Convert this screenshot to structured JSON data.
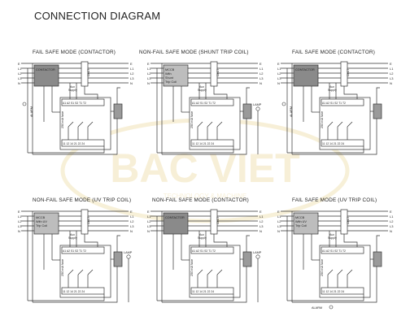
{
  "page": {
    "title": "CONNECTION DIAGRAM"
  },
  "watermark": {
    "brand": "BAC VIET",
    "tagline": "TECHNOLOGY & MACHINE"
  },
  "colors": {
    "line": "#333333",
    "box_fill": "#ffffff",
    "contactor_fill": "#8a8a8a",
    "relay_fill": "#9a9a9a",
    "watermark": "#f1e3b8"
  },
  "panels": [
    {
      "title": "FAIL SAFE MODE (CONTACTOR)",
      "device": "CONTACTOR",
      "device_lines": [
        "CONTACTOR"
      ],
      "alarm": "ALARM",
      "alarm_pos": "left",
      "lamp": "",
      "has_relay": true,
      "fuse": "250 mA fuse",
      "aux": [
        "Aux",
        "Supply"
      ],
      "phase_labels": [
        "E",
        "L1",
        "L2",
        "L3",
        "N"
      ],
      "ct": "CBCT",
      "terminals_top": "A1 A2 S1 S2 T1 T2",
      "terminals_bottom": "11 12 14 21 22 24"
    },
    {
      "title": "NON-FAIL SAFE MODE (SHUNT TRIP COIL)",
      "device": "MCCB",
      "device_lines": [
        "MCCB",
        "With",
        "Shunt",
        "Trip Coil"
      ],
      "alarm": "",
      "alarm_pos": "",
      "lamp": "LAMP",
      "has_relay": true,
      "fuse": "250 mA fuse",
      "aux": [
        "Aux",
        "Supply"
      ],
      "phase_labels": [
        "E",
        "L1",
        "L2",
        "L3",
        "N"
      ],
      "ct": "CBCT",
      "terminals_top": "A1 A2 S1 S2 T1 T2",
      "terminals_bottom": "11 12 14 21 22 24"
    },
    {
      "title": "FAIL SAFE MODE (CONTACTOR)",
      "device": "CONTACTOR",
      "device_lines": [
        "CONTACTOR"
      ],
      "alarm": "ALARM",
      "alarm_pos": "left",
      "lamp": "",
      "has_relay": true,
      "fuse": "250 mA fuse",
      "aux": [
        "Aux",
        "Supply"
      ],
      "phase_labels": [
        "E",
        "L1",
        "L2",
        "L3",
        "N"
      ],
      "ct": "CBCT",
      "terminals_top": "A1 A2 S1 S2 T1 T2",
      "terminals_bottom": "11 12 14 21 22 24"
    },
    {
      "title": "NON-FAIL SAFE MODE (UV TRIP COIL)",
      "device": "MCCB",
      "device_lines": [
        "MCCB",
        "With UV",
        "Trip Coil"
      ],
      "alarm": "",
      "alarm_pos": "",
      "lamp": "LAMP",
      "has_relay": true,
      "fuse": "250 mA fuse",
      "aux": [
        "Aux",
        "Supply"
      ],
      "phase_labels": [
        "E",
        "L1",
        "L2",
        "L3",
        "N"
      ],
      "ct": "CBCT",
      "terminals_top": "A1 A2 S1 S2 T1 T2",
      "terminals_bottom": "11 12 14 21 22 24"
    },
    {
      "title": "NON-FAIL SAFE MODE (CONTACTOR)",
      "device": "CONTACTOR",
      "device_lines": [
        "CONTACTOR"
      ],
      "alarm": "",
      "alarm_pos": "",
      "lamp": "LAMP",
      "has_relay": true,
      "fuse": "250 mA fuse",
      "aux": [
        "Aux",
        "Supply"
      ],
      "phase_labels": [
        "E",
        "L1",
        "L2",
        "L3",
        "N"
      ],
      "ct": "CBCT",
      "terminals_top": "A1 A2 S1 S2 T1 T2",
      "terminals_bottom": "11 12 14 21 22 24"
    },
    {
      "title": "FAIL SAFE MODE (UV TRIP COIL)",
      "device": "MCCB",
      "device_lines": [
        "MCCB",
        "With UV",
        "Trip Coil"
      ],
      "alarm": "ALARM",
      "alarm_pos": "bottom",
      "lamp": "",
      "has_relay": true,
      "fuse": "250 mA fuse",
      "aux": [
        "Aux",
        "Supply"
      ],
      "phase_labels": [
        "E",
        "L1",
        "L2",
        "L3",
        "N"
      ],
      "ct": "CBCT",
      "terminals_top": "A1 A2 S1 S2 T1 T2",
      "terminals_bottom": "11 12 14 21 22 24"
    }
  ]
}
